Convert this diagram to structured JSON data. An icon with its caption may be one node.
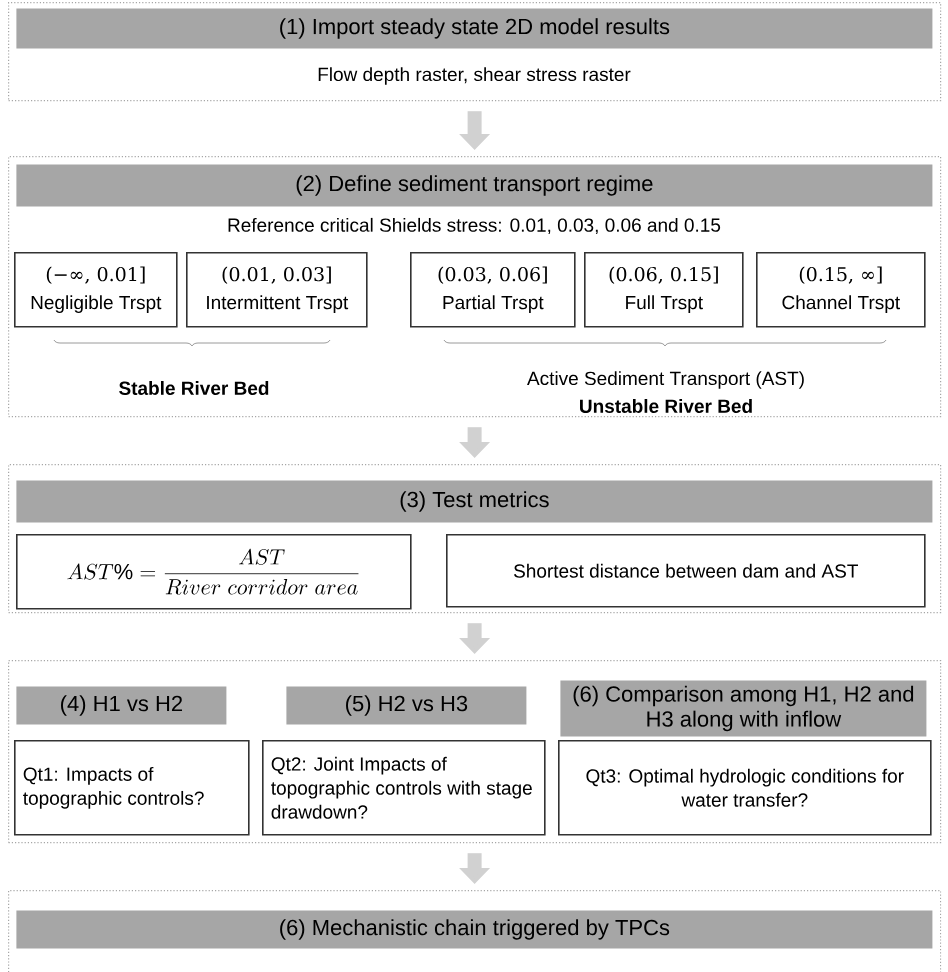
{
  "diagram": {
    "nodes": [
      {
        "text": [
          "Flow depth raster, shear stress raster"
        ]
      },
      {
        "text": [
          "(1) Import steady state 2D model results"
        ],
        "in": 0
      },
      {
        "text": [
          "Reference critical Shields stress: 0.01, 0.03, 0.06 and 0.15",
          "Stable River Bed",
          "Active Sediment Transport (AST)",
          "Unstable River Bed"
        ]
      },
      {
        "text": [
          "(2) Define sediment transport regime"
        ],
        "in": 2
      },
      {
        "text": [
          "(−∞, 0.01]",
          "Negligible Trspt"
        ],
        "in": 2
      },
      {
        "text": [
          "(0.01, 0.03]",
          "Intermittent Trspt"
        ],
        "in": 2
      },
      {
        "text": [
          "(0.03, 0.06]",
          "Partial Trspt"
        ],
        "in": 2
      },
      {
        "text": [
          "(0.06, 0.15]",
          "Full Trspt"
        ],
        "in": 2
      },
      {
        "text": [
          "(0.15, ∞]",
          "Channel Trspt"
        ],
        "in": 2
      },
      {
        "text": [],
        "shape": "box"
      },
      {
        "text": [
          "(3) Test metrics"
        ],
        "in": 9
      },
      {
        "text": [
          "AST\\% = \\frac{AST}{River\\ corridor\\ area}"
        ],
        "in": 9
      },
      {
        "text": [
          "Shortest distance between dam and AST"
        ],
        "in": 9
      },
      {
        "text": [],
        "shape": "box"
      },
      {
        "text": [
          "(4) H1 vs H2"
        ],
        "in": 13
      },
      {
        "text": [
          "(5) H2 vs H3"
        ],
        "in": 13
      },
      {
        "text": [
          "(6) Comparison among H1, H2 and H3 along with inflow"
        ],
        "in": 13
      },
      {
        "text": [
          "Qt1: Impacts of topographic controls?"
        ],
        "in": 13
      },
      {
        "text": [
          "Qt2: Joint Impacts of topographic controls with stage drawdown?"
        ],
        "in": 13
      },
      {
        "text": [
          "Qt3: Optimal hydrologic conditions for water transfer?"
        ],
        "in": 13
      },
      {
        "text": [],
        "shape": "box"
      },
      {
        "text": [
          "(6) Mechanistic chain triggered by TPCs"
        ],
        "in": 20
      }
    ],
    "edges": [
      {
        "from": 0,
        "to": 2,
        "arrow": "to"
      },
      {
        "from": 2,
        "to": 9,
        "arrow": "to"
      },
      {
        "from": 9,
        "to": 13,
        "arrow": "to"
      },
      {
        "from": 13,
        "to": 20,
        "arrow": "to"
      }
    ]
  }
}
